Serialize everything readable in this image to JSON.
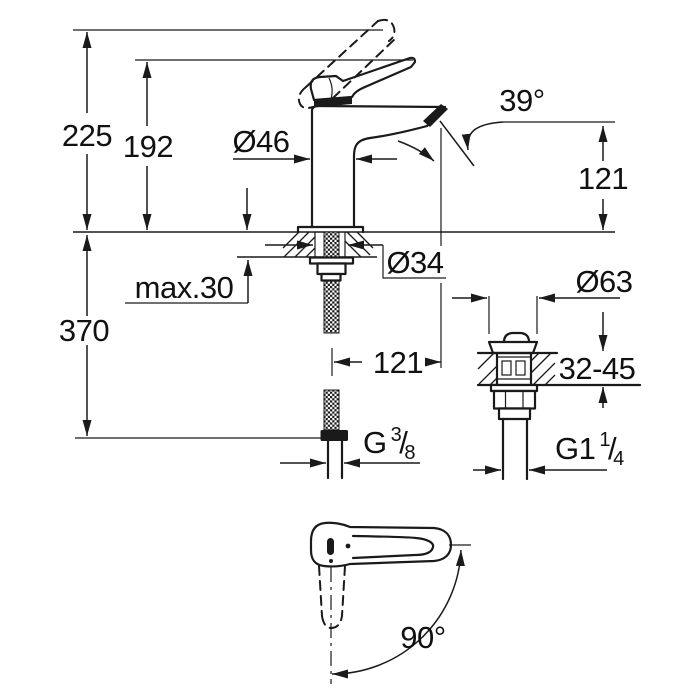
{
  "drawing": {
    "title": "single-lever-basin-mixer-dimension-drawing",
    "labels": {
      "height_overall": "225",
      "height_lever_top": "192",
      "body_diameter": "Ø46",
      "spout_angle": "39°",
      "spout_height": "121",
      "counter_thickness": "max.30",
      "hole_diameter": "Ø34",
      "hose_length": "370",
      "spout_projection": "121",
      "drain_flange_diameter": "Ø63",
      "drain_counter_range": "32-45",
      "supply_thread": {
        "prefix": "G",
        "numerator": "3",
        "slash": "/",
        "denominator": "8"
      },
      "drain_thread": {
        "prefix": "G1",
        "numerator": "1",
        "slash": "/",
        "denominator": "4"
      },
      "handle_swivel_angle": "90°"
    },
    "colors": {
      "line": "#1a1a1a",
      "background": "#ffffff"
    }
  }
}
